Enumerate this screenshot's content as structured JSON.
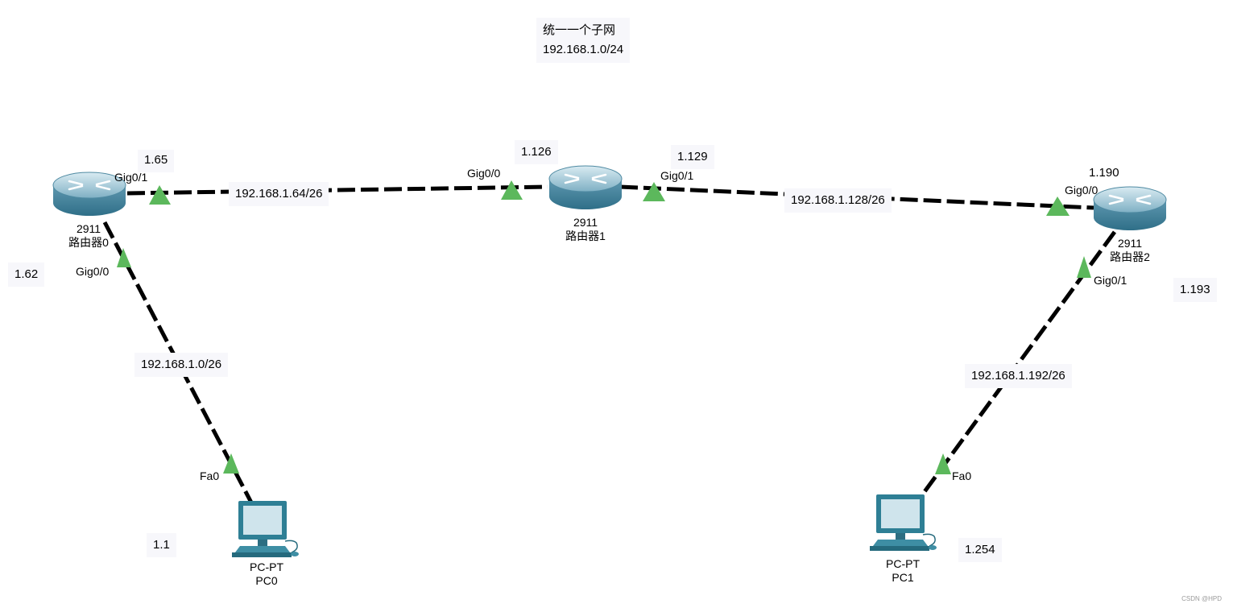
{
  "notes": {
    "title": "统一一个子网",
    "subnet": "192.168.1.0/24",
    "ip_1_65": "1.65",
    "ip_1_126": "1.126",
    "ip_1_129": "1.129",
    "ip_1_190": "1.190",
    "ip_1_62": "1.62",
    "ip_1_193": "1.193",
    "ip_1_1": "1.1",
    "ip_1_254": "1.254",
    "net_r0_r1": "192.168.1.64/26",
    "net_r1_r2": "192.168.1.128/26",
    "net_r0_pc0": "192.168.1.0/26",
    "net_r2_pc1": "192.168.1.192/26"
  },
  "ports": {
    "r0_gig01": "Gig0/1",
    "r0_gig00": "Gig0/0",
    "r1_gig00": "Gig0/0",
    "r1_gig01": "Gig0/1",
    "r2_gig00": "Gig0/0",
    "r2_gig01": "Gig0/1",
    "pc0_fa0": "Fa0",
    "pc1_fa0": "Fa0"
  },
  "devices": {
    "router0": {
      "model": "2911",
      "name": "路由器0"
    },
    "router1": {
      "model": "2911",
      "name": "路由器1"
    },
    "router2": {
      "model": "2911",
      "name": "路由器2"
    },
    "pc0": {
      "model": "PC-PT",
      "name": "PC0"
    },
    "pc1": {
      "model": "PC-PT",
      "name": "PC1"
    }
  },
  "link_status_color": "#5cb85c",
  "watermark": "CSDN @HPD"
}
